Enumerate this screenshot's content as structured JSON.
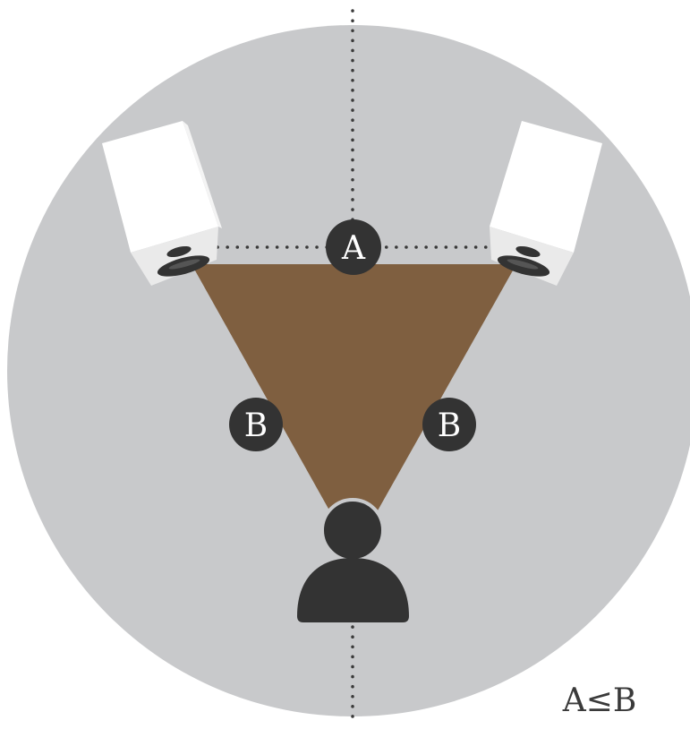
{
  "diagram": {
    "labels": {
      "a": "A",
      "b_left": "B",
      "b_right": "B"
    },
    "caption": "A≤B",
    "colors": {
      "room": "#c8c9cb",
      "listening_triangle": "#7f5f40",
      "speaker_body": "#ffffff",
      "speaker_base": "#ececec",
      "dark": "#333333",
      "guide_line": "#3a3a3a"
    }
  }
}
